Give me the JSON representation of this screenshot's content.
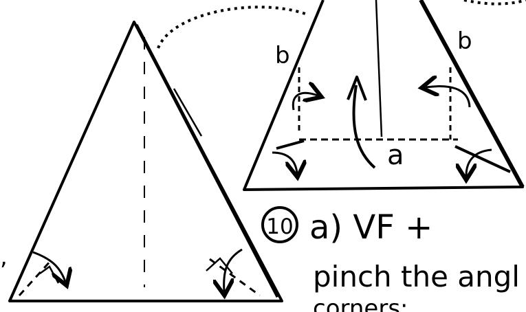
{
  "diagram": {
    "labels": {
      "b_left": "b",
      "b_right": "b",
      "a": "a"
    },
    "step": {
      "number": "10",
      "line1": "a) VF +",
      "line2": "pinch the angl",
      "line3": "corners:"
    }
  }
}
